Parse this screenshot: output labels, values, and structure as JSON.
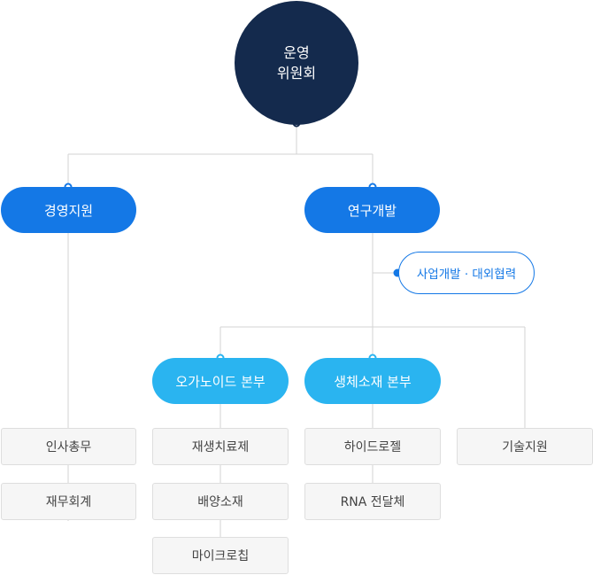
{
  "root": {
    "line1": "운영",
    "line2": "위원회"
  },
  "divisions": {
    "management": "경영지원",
    "rnd": "연구개발",
    "bizdev": "사업개발 · 대외협력"
  },
  "headquarters": {
    "organoid": "오가노이드 본부",
    "biomaterial": "생체소재 본부"
  },
  "teams": {
    "management": [
      "인사총무",
      "재무회계"
    ],
    "organoid": [
      "재생치료제",
      "배양소재",
      "마이크로칩"
    ],
    "biomaterial": [
      "하이드로젤",
      "RNA 전달체"
    ],
    "tech_support": "기술지원"
  },
  "colors": {
    "root": "#142a4d",
    "primary": "#1478e6",
    "secondary": "#2ab4f0",
    "line": "#d3d3d3"
  }
}
